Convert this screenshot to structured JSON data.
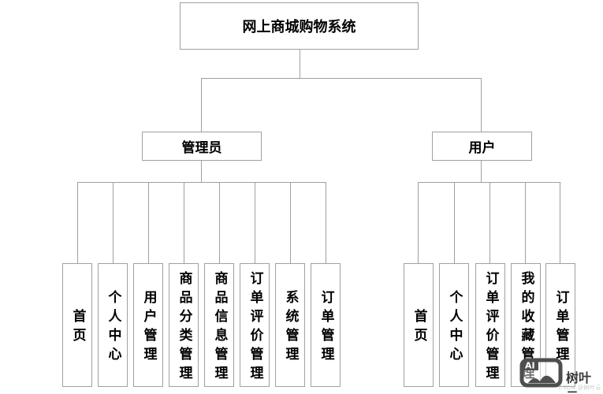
{
  "diagram": {
    "root": {
      "label": "网上商城购物系统"
    },
    "branches": [
      {
        "label": "管理员",
        "children": [
          "首页",
          "个人中心",
          "用户管理",
          "商品分类管理",
          "商品信息管理",
          "订单评价管理",
          "系统管理",
          "订单管理"
        ]
      },
      {
        "label": "用户",
        "children": [
          "首页",
          "个人中心",
          "订单评价管理",
          "我的收藏管理",
          "订单管理"
        ]
      }
    ]
  },
  "watermark": {
    "badge_label": "AI",
    "badge_icon": "ai-image-mountain-icon",
    "site_name": "树叶云",
    "credit": "CSDN @树叶云"
  },
  "colors": {
    "connector_line": "#a0a0a0",
    "box_border": "#a0a0a0",
    "box_background": "#ffffff",
    "text": "#000000",
    "watermark_badge": "#4e4e4e",
    "watermark_text": "#3a3a3a",
    "credit_text": "#c9c9c9"
  }
}
